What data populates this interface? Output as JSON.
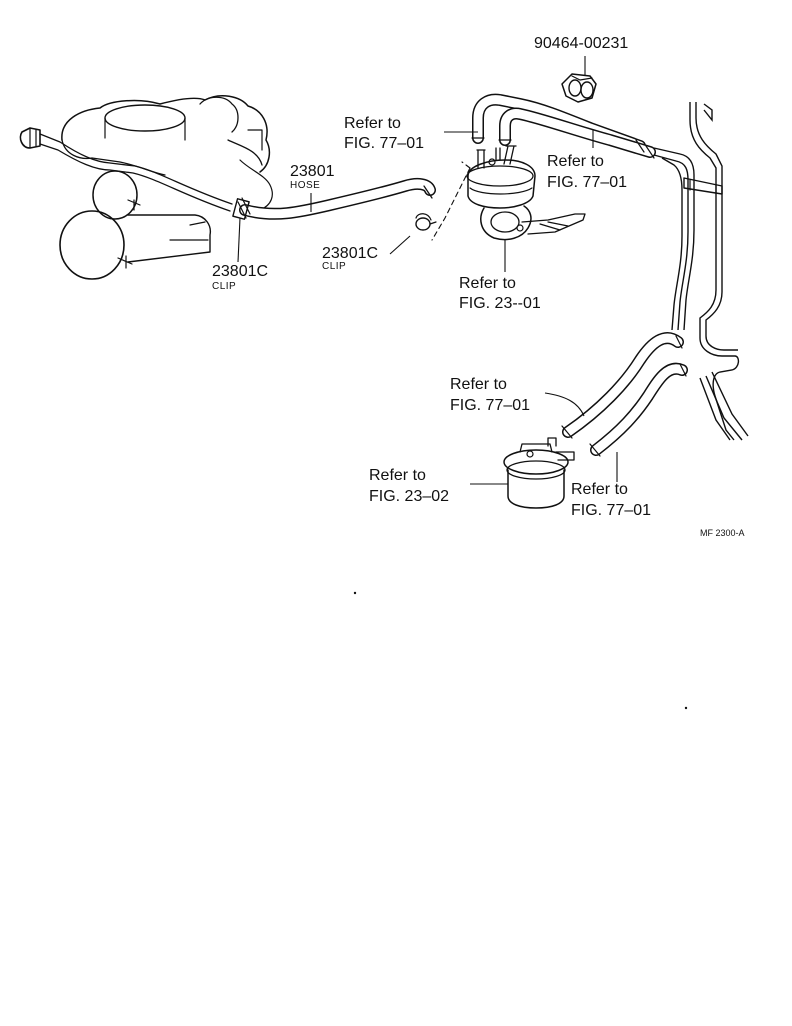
{
  "labels": {
    "part_90464": "90464-00231",
    "refer_to": "Refer to",
    "fig_77_01": "FIG. 77–01",
    "fig_23_01": "FIG. 23--01",
    "fig_23_02": "FIG. 23–02",
    "part_23801": "23801",
    "hose": "HOSE",
    "part_23801c": "23801C",
    "clip": "CLIP",
    "ref_code": "MF  2300-A"
  }
}
